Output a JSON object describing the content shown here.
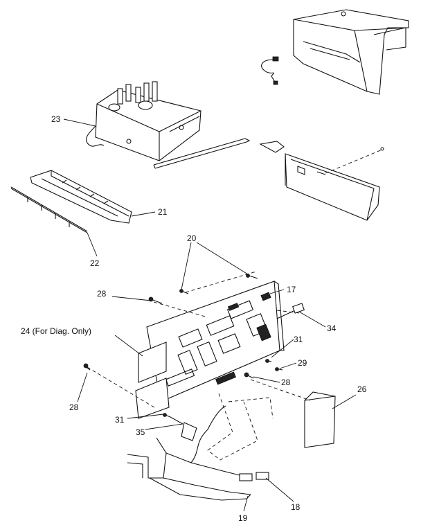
{
  "callouts": {
    "c17": "17",
    "c18": "18",
    "c19": "19",
    "c20": "20",
    "c21": "21",
    "c22": "22",
    "c23": "23",
    "c24": "24 (For Diag. Only)",
    "c26": "26",
    "c28a": "28",
    "c28b": "28",
    "c28c": "28",
    "c29": "29",
    "c31a": "31",
    "c31b": "31",
    "c34": "34",
    "c35": "35"
  }
}
